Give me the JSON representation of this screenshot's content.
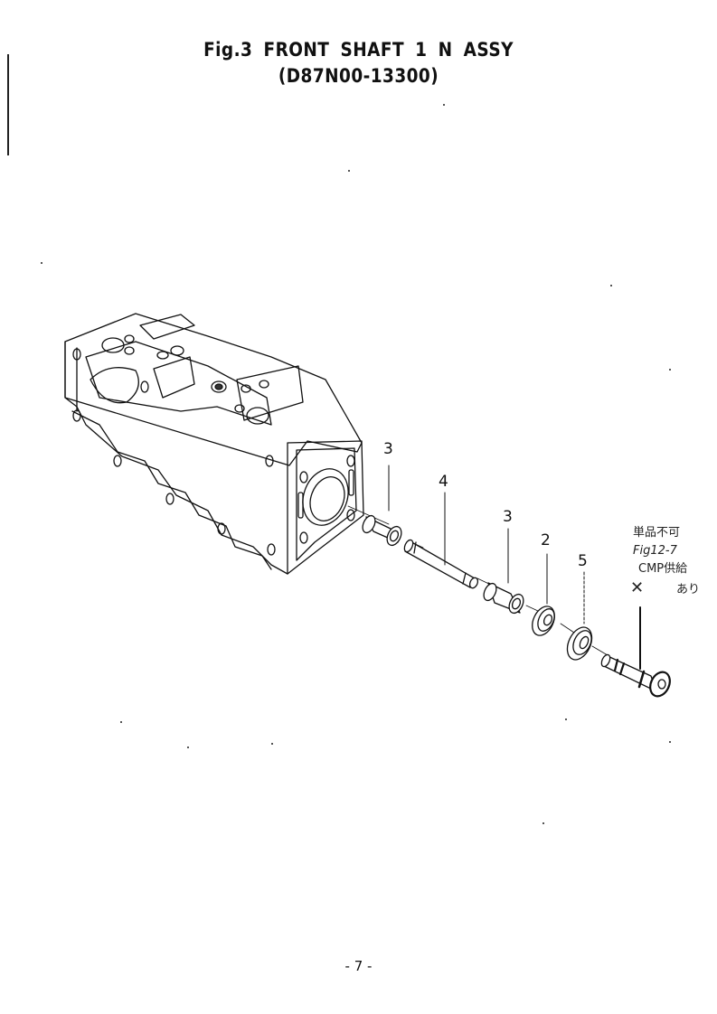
{
  "header": {
    "title_line1": "Fig.3 FRONT SHAFT 1 N ASSY",
    "title_line2": "(D87N00-13300)"
  },
  "figure": {
    "name": "front-shaft-exploded-view",
    "callouts": [
      {
        "id": "c1",
        "label": "3",
        "part": "bushing (rear)"
      },
      {
        "id": "c2",
        "label": "4",
        "part": "shaft"
      },
      {
        "id": "c3",
        "label": "3",
        "part": "bushing (front)"
      },
      {
        "id": "c4",
        "label": "2",
        "part": "bearing"
      },
      {
        "id": "c5",
        "label": "5",
        "part": "bearing"
      }
    ],
    "handwritten_note": {
      "line1": "単品不可",
      "line2": "Fig12-7",
      "line3": "CMP供給",
      "line4": "あり",
      "mark": "✕"
    }
  },
  "footer": {
    "page_number": "- 7 -"
  }
}
